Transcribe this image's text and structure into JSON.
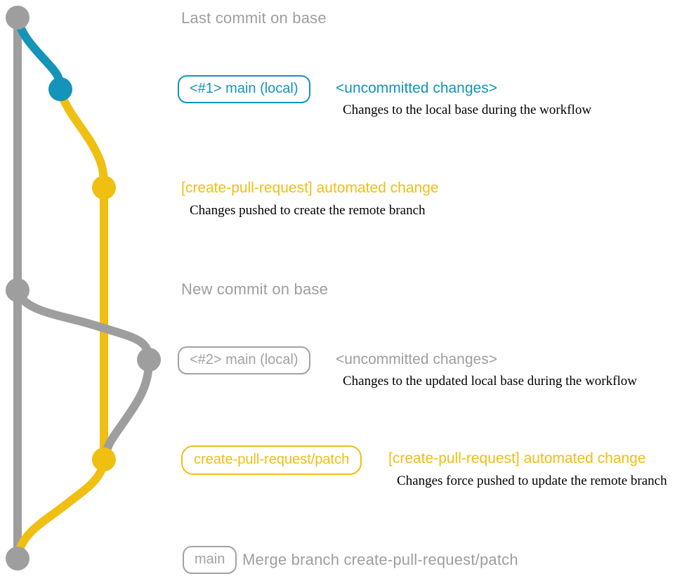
{
  "colors": {
    "base_gray": "#9e9e9e",
    "main_local_teal": "#1494b8",
    "patch_yellow": "#efbf12",
    "description_black": "#000000"
  },
  "graph": {
    "branches": [
      {
        "id": "base",
        "color": "#9e9e9e"
      },
      {
        "id": "main-local",
        "color": "#1494b8"
      },
      {
        "id": "create-pull-request-patch",
        "color": "#efbf12"
      }
    ],
    "commits": [
      {
        "id": "last-commit-on-base",
        "branch": "base",
        "color": "#9e9e9e"
      },
      {
        "id": "main-local-1",
        "branch": "main-local",
        "color": "#1494b8"
      },
      {
        "id": "patch-commit-1",
        "branch": "create-pull-request-patch",
        "color": "#efbf12"
      },
      {
        "id": "new-commit-on-base",
        "branch": "base",
        "color": "#9e9e9e"
      },
      {
        "id": "main-local-2",
        "branch": "main-local",
        "color": "#9e9e9e"
      },
      {
        "id": "patch-commit-2",
        "branch": "create-pull-request-patch",
        "color": "#efbf12"
      },
      {
        "id": "merge-commit",
        "branch": "base",
        "color": "#9e9e9e"
      }
    ]
  },
  "annotations": {
    "row1": {
      "caption": "Last commit on base"
    },
    "row2": {
      "badge": "<#1> main (local)",
      "title": "<uncommitted changes>",
      "description": "Changes to the local base during the workflow"
    },
    "row3": {
      "title": "[create-pull-request] automated change",
      "description": "Changes pushed to create the remote branch"
    },
    "row4": {
      "caption": "New commit on base"
    },
    "row5": {
      "badge": "<#2> main (local)",
      "title": "<uncommitted changes>",
      "description": "Changes to the updated local base during the workflow"
    },
    "row6": {
      "badge": "create-pull-request/patch",
      "title": "[create-pull-request] automated change",
      "description": "Changes force pushed to update the remote branch"
    },
    "row7": {
      "badge": "main",
      "caption": "Merge branch create-pull-request/patch"
    }
  }
}
